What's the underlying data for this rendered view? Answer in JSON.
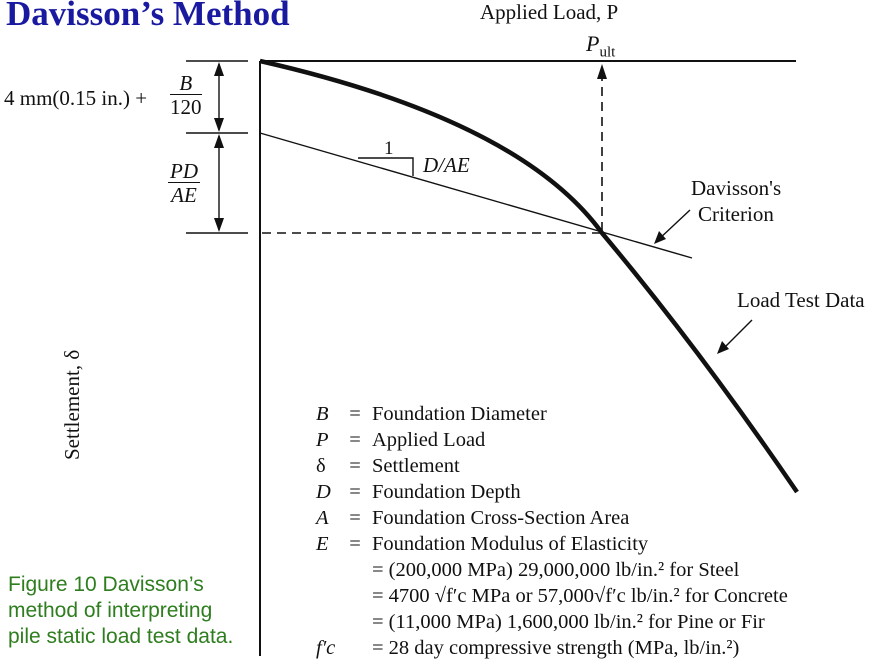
{
  "title": "Davisson’s Method",
  "x_axis_label": "Applied Load, P",
  "y_axis_label": "Settlement, δ",
  "p_ult_label": "P",
  "p_ult_sub": "ult",
  "offset_label": {
    "prefix": "4 mm(0.15 in.) +",
    "numerator": "B",
    "denominator": "120"
  },
  "elastic_label": {
    "numerator": "PD",
    "denominator": "AE"
  },
  "slope_label": {
    "run": "1",
    "slope": "D/AE"
  },
  "criterion_label": [
    "Davisson's",
    "Criterion"
  ],
  "load_test_label": "Load Test Data",
  "legend": [
    {
      "symbol": "B",
      "text": "Foundation Diameter"
    },
    {
      "symbol": "P",
      "text": "Applied Load"
    },
    {
      "symbol": "δ",
      "text": "Settlement"
    },
    {
      "symbol": "D",
      "text": "Foundation Depth"
    },
    {
      "symbol": "A",
      "text": "Foundation Cross-Section Area"
    },
    {
      "symbol": "E",
      "text": "Foundation Modulus of Elasticity"
    }
  ],
  "modulus_values": [
    "= (200,000 MPa) 29,000,000 lb/in.² for Steel",
    "= 4700 √f′c MPa or 57,000√f′c lb/in.² for Concrete",
    "= (11,000 MPa) 1,600,000 lb/in.² for Pine or Fir"
  ],
  "fc_definition": {
    "symbol": "f′c",
    "text": "= 28 day compressive strength (MPa, lb/in.²)"
  },
  "caption": "Figure 10 Davisson’s\nmethod of interpreting\npile static load test data.",
  "colors": {
    "title": "#1a1aa0",
    "caption": "#2e7d1e",
    "ink": "#111111"
  }
}
